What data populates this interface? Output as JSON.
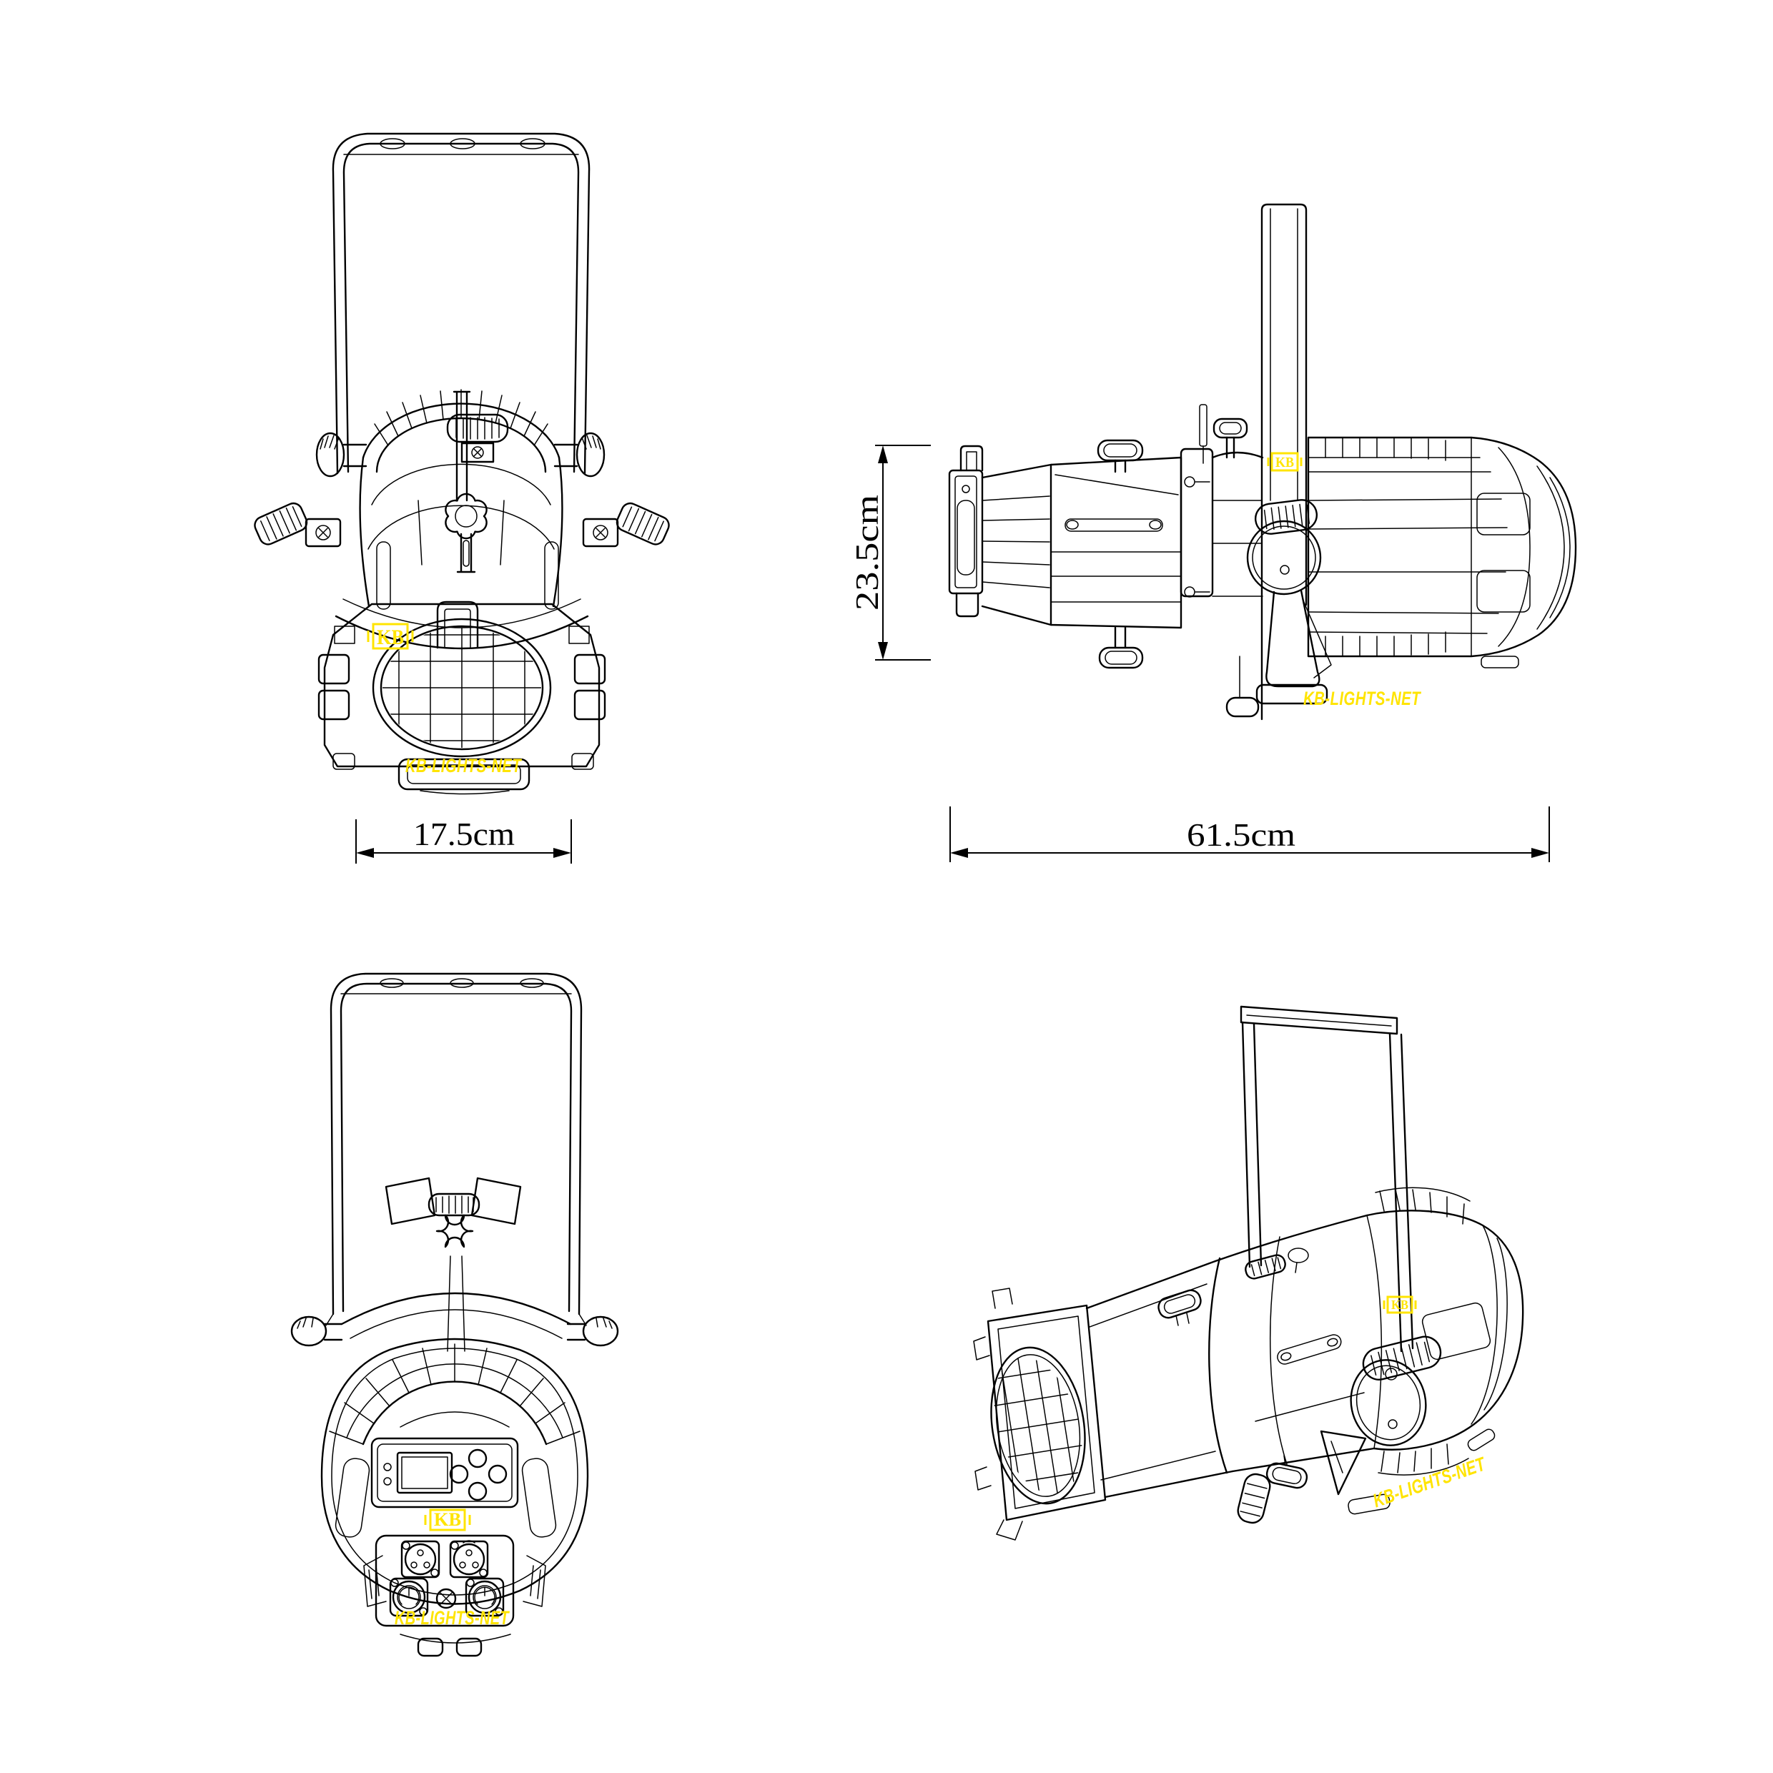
{
  "drawing": {
    "background": "#ffffff",
    "line_color": "#000000",
    "accent_color": "#ffe400",
    "badge_text": "KB",
    "watermark_text": "KB-LIGHTS-NET",
    "dimensions": {
      "front_width": "17.5cm",
      "side_height": "23.5cm",
      "side_length": "61.5cm"
    }
  }
}
